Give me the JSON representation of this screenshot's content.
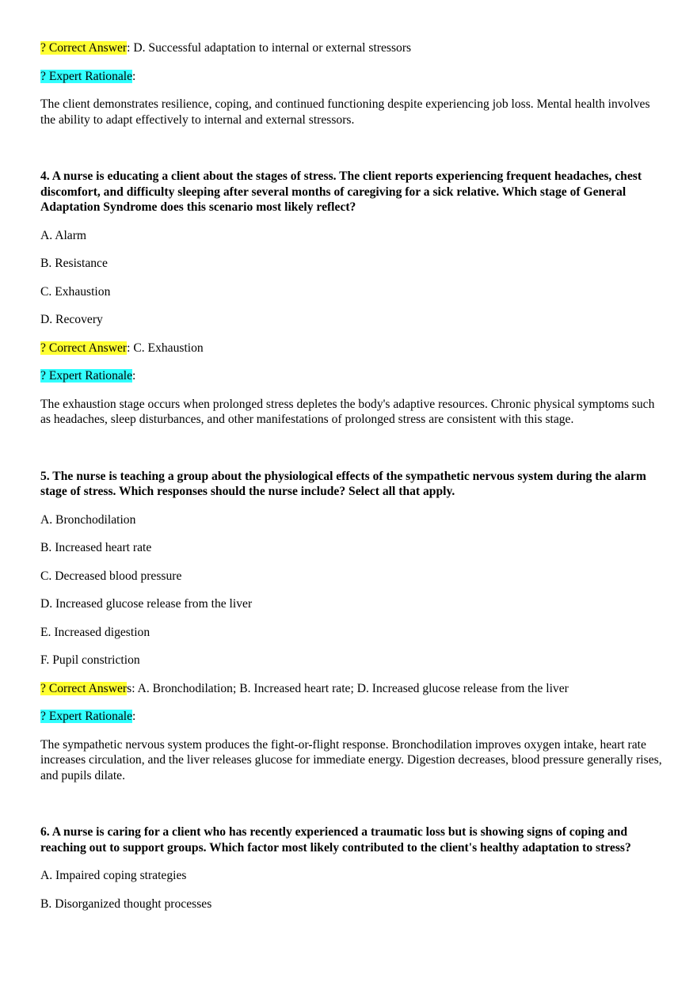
{
  "colors": {
    "answer_highlight": "#ffff33",
    "rationale_highlight": "#33ffff"
  },
  "q3_tail": {
    "answer_label": "? Correct Answer",
    "answer_text": ": D. Successful adaptation to internal or external stressors",
    "rationale_label": "? Expert Rationale",
    "rationale_colon": ":",
    "rationale_text": "The client demonstrates resilience, coping, and continued functioning despite experiencing job loss. Mental health involves the ability to adapt effectively to internal and external stressors."
  },
  "q4": {
    "question": "4. A nurse is educating a client about the stages of stress. The client reports experiencing frequent headaches, chest discomfort, and difficulty sleeping after several months of caregiving for a sick relative. Which stage of General Adaptation Syndrome does this scenario most likely reflect?",
    "options": [
      "A. Alarm",
      "B. Resistance",
      "C. Exhaustion",
      "D. Recovery"
    ],
    "answer_label": "? Correct Answer",
    "answer_text": ": C. Exhaustion",
    "rationale_label": "? Expert Rationale",
    "rationale_colon": ":",
    "rationale_text": "The exhaustion stage occurs when prolonged stress depletes the body's adaptive resources. Chronic physical symptoms such as headaches, sleep disturbances, and other manifestations of prolonged stress are consistent with this stage."
  },
  "q5": {
    "question": "5. The nurse is teaching a group about the physiological effects of the sympathetic nervous system during the alarm stage of stress. Which responses should the nurse include? Select all that apply.",
    "options": [
      "A. Bronchodilation",
      "B. Increased heart rate",
      "C. Decreased blood pressure",
      "D. Increased glucose release from the liver",
      "E. Increased digestion",
      "F. Pupil constriction"
    ],
    "answer_label": "? Correct Answer",
    "answer_text": "s: A. Bronchodilation; B. Increased heart rate; D. Increased glucose release from the liver",
    "rationale_label": "? Expert Rationale",
    "rationale_colon": ":",
    "rationale_text": "The sympathetic nervous system produces the fight-or-flight response. Bronchodilation improves oxygen intake, heart rate increases circulation, and the liver releases glucose for immediate energy. Digestion decreases, blood pressure generally rises, and pupils dilate."
  },
  "q6": {
    "question": "6. A nurse is caring for a client who has recently experienced a traumatic loss but is showing signs of coping and reaching out to support groups. Which factor most likely contributed to the client's healthy adaptation to stress?",
    "options": [
      "A. Impaired coping strategies",
      "B. Disorganized thought processes"
    ]
  }
}
